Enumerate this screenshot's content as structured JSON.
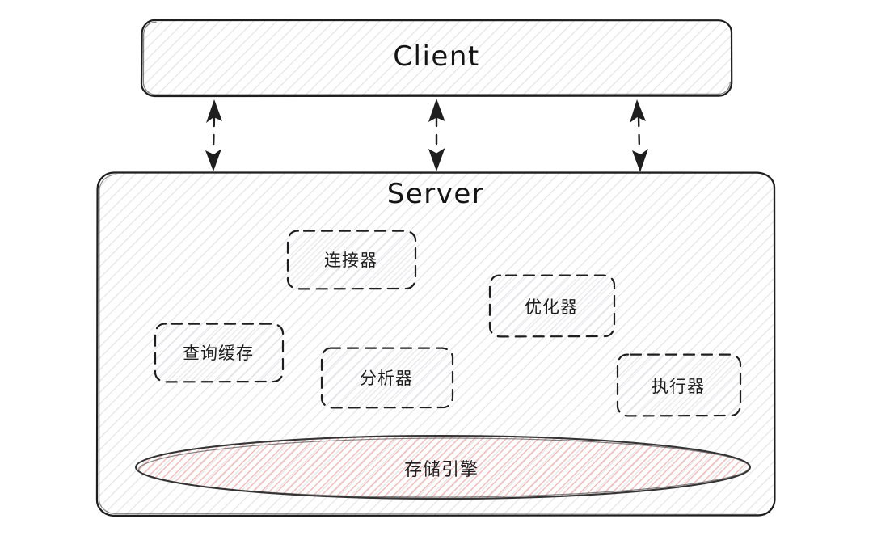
{
  "diagram": {
    "title_client": "Client",
    "title_server": "Server",
    "nodes": {
      "connector": "连接器",
      "query_cache": "查询缓存",
      "analyzer": "分析器",
      "optimizer": "优化器",
      "executor": "执行器",
      "storage_engine": "存储引擎"
    },
    "connections": [
      {
        "from": "Client",
        "to": "Server",
        "style": "dashed",
        "arrows": "both"
      },
      {
        "from": "Client",
        "to": "Server",
        "style": "dashed",
        "arrows": "both"
      },
      {
        "from": "Client",
        "to": "Server",
        "style": "dashed",
        "arrows": "both"
      }
    ],
    "colors": {
      "stroke": "#1e1e1e",
      "hatch_gray": "#d8d8dc",
      "hatch_pink": "#f2b8b5",
      "background": "#ffffff",
      "text": "#1e1e1e"
    }
  }
}
